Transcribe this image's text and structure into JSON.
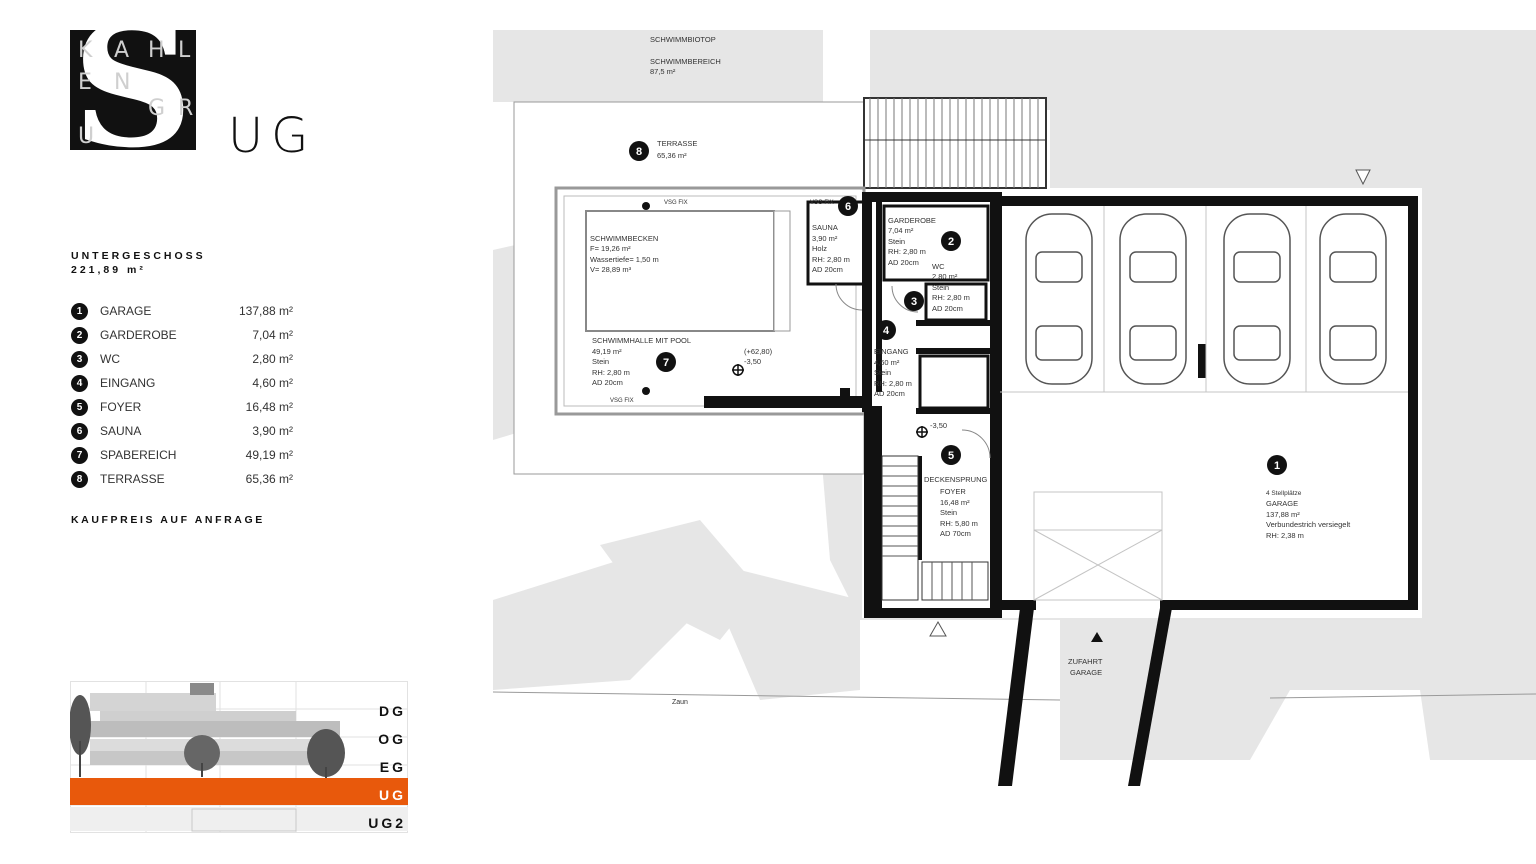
{
  "logo": {
    "ghost_letters": [
      "K",
      "A",
      "H",
      "L",
      "E",
      "N",
      "G",
      "R",
      "U"
    ],
    "floor_code": "UG"
  },
  "summary": {
    "title": "UNTERGESCHOSS",
    "total_area": "221,89 m²"
  },
  "rooms": [
    {
      "no": "1",
      "name": "GARAGE",
      "area": "137,88 m²"
    },
    {
      "no": "2",
      "name": "GARDEROBE",
      "area": "7,04 m²"
    },
    {
      "no": "3",
      "name": "WC",
      "area": "2,80 m²"
    },
    {
      "no": "4",
      "name": "EINGANG",
      "area": "4,60 m²"
    },
    {
      "no": "5",
      "name": "FOYER",
      "area": "16,48 m²"
    },
    {
      "no": "6",
      "name": "SAUNA",
      "area": "3,90 m²"
    },
    {
      "no": "7",
      "name": "SPABEREICH",
      "area": "49,19 m²"
    },
    {
      "no": "8",
      "name": "TERRASSE",
      "area": "65,36 m²"
    }
  ],
  "price_note": "KAUFPREIS AUF ANFRAGE",
  "levels": {
    "items": [
      "DG",
      "OG",
      "EG",
      "UG",
      "UG2"
    ],
    "active": "UG",
    "active_color": "#e8590c"
  },
  "plan": {
    "top_area": {
      "line1": "SCHWIMMBIOTOP",
      "line2": "SCHWIMMBEREICH",
      "line3": "87,5 m²"
    },
    "terrace": {
      "no": "8",
      "name": "TERRASSE",
      "area": "65,36 m²"
    },
    "pool": {
      "line1": "SCHWIMMBECKEN",
      "line2": "F= 19,26 m²",
      "line3": "Wassertiefe= 1,50 m",
      "line4": "V= 28,89 m³"
    },
    "spa": {
      "no": "7",
      "line1": "SCHWIMMHALLE MIT POOL",
      "line2": "49,19 m²",
      "line3": "Stein",
      "line4": "RH: 2,80 m",
      "line5": "AD 20cm"
    },
    "spa_level": {
      "line1": "(+62,80)",
      "line2": "-3,50"
    },
    "sauna": {
      "no": "6",
      "line1": "SAUNA",
      "line2": "3,90 m²",
      "line3": "Holz",
      "line4": "RH: 2,80 m",
      "line5": "AD 20cm"
    },
    "garderobe": {
      "no": "2",
      "line1": "GARDEROBE",
      "line2": "7,04 m²",
      "line3": "Stein",
      "line4": "RH: 2,80 m",
      "line5": "AD 20cm"
    },
    "wc": {
      "no": "3",
      "line1": "WC",
      "line2": "2,80 m²",
      "line3": "Stein",
      "line4": "RH: 2,80 m",
      "line5": "AD 20cm"
    },
    "eingang": {
      "no": "4",
      "line1": "EINGANG",
      "line2": "4,60 m²",
      "line3": "Stein",
      "line4": "RH: 2,80 m",
      "line5": "AD 20cm"
    },
    "foyer": {
      "no": "5",
      "line1": "DECKENSPRUNG",
      "line2": "FOYER",
      "line3": "16,48 m²",
      "line4": "Stein",
      "line5": "RH: 5,80 m",
      "line6": "AD 70cm"
    },
    "foyer_level": "-3,50",
    "garage": {
      "no": "1",
      "line1": "4 Stellplätze",
      "line2": "GARAGE",
      "line3": "137,88 m²",
      "line4": "Verbundestrich versiegelt",
      "line5": "RH: 2,38 m"
    },
    "driveway": {
      "line1": "ZUFAHRT",
      "line2": "GARAGE"
    },
    "fence": "Zaun",
    "glass_label": "VSG FIX"
  }
}
